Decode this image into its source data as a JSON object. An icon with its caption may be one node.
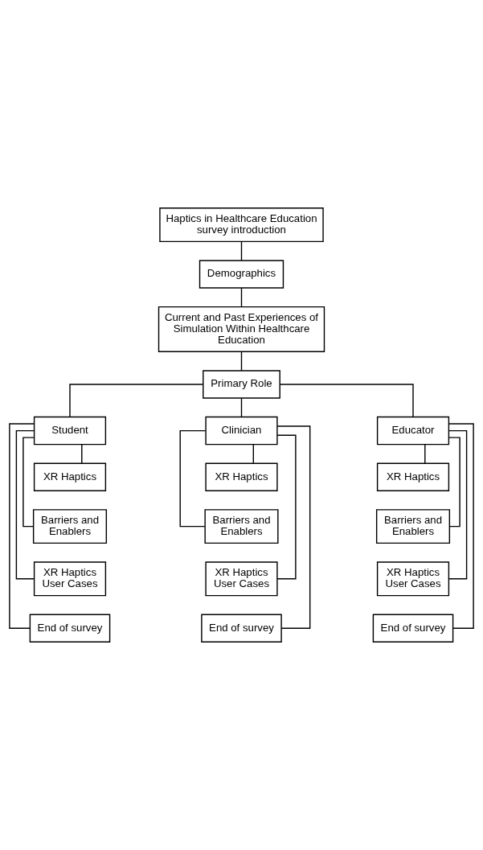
{
  "diagram": {
    "nodes": [
      {
        "text": [
          "Haptics in Healthcare Education survey introduction"
        ]
      },
      {
        "text": [
          "Demographics"
        ]
      },
      {
        "text": [
          "Current and Past Experiences of Simulation Within Healthcare Education"
        ]
      },
      {
        "text": [
          "Primary Role"
        ]
      },
      {
        "text": [
          "Student"
        ]
      },
      {
        "text": [
          "Clinician"
        ]
      },
      {
        "text": [
          "Educator"
        ]
      },
      {
        "text": [
          "XR Haptics"
        ]
      },
      {
        "text": [
          "Barriers and Enablers"
        ]
      },
      {
        "text": [
          "XR Haptics User Cases"
        ]
      },
      {
        "text": [
          "End of survey"
        ]
      },
      {
        "text": [
          "XR Haptics"
        ]
      },
      {
        "text": [
          "Barriers and Enablers"
        ]
      },
      {
        "text": [
          "XR Haptics User Cases"
        ]
      },
      {
        "text": [
          "End of survey"
        ]
      },
      {
        "text": [
          "XR Haptics"
        ]
      },
      {
        "text": [
          "Barriers and Enablers"
        ]
      },
      {
        "text": [
          "XR Haptics User Cases"
        ]
      },
      {
        "text": [
          "End of survey"
        ]
      }
    ],
    "edges": [
      {
        "from": 0,
        "to": 1,
        "arrow": "none"
      },
      {
        "from": 1,
        "to": 2,
        "arrow": "none"
      },
      {
        "from": 2,
        "to": 3,
        "arrow": "none"
      },
      {
        "from": 3,
        "to": 4,
        "arrow": "none"
      },
      {
        "from": 3,
        "to": 5,
        "arrow": "none"
      },
      {
        "from": 3,
        "to": 6,
        "arrow": "none"
      },
      {
        "from": 4,
        "to": 7,
        "arrow": "none"
      },
      {
        "from": 4,
        "to": 8,
        "arrow": "none"
      },
      {
        "from": 4,
        "to": 9,
        "arrow": "none"
      },
      {
        "from": 4,
        "to": 10,
        "arrow": "none"
      },
      {
        "from": 5,
        "to": 11,
        "arrow": "none"
      },
      {
        "from": 5,
        "to": 12,
        "arrow": "none"
      },
      {
        "from": 5,
        "to": 13,
        "arrow": "none"
      },
      {
        "from": 5,
        "to": 14,
        "arrow": "none"
      },
      {
        "from": 6,
        "to": 15,
        "arrow": "none"
      },
      {
        "from": 6,
        "to": 16,
        "arrow": "none"
      },
      {
        "from": 6,
        "to": 17,
        "arrow": "none"
      },
      {
        "from": 6,
        "to": 18,
        "arrow": "none"
      }
    ]
  }
}
